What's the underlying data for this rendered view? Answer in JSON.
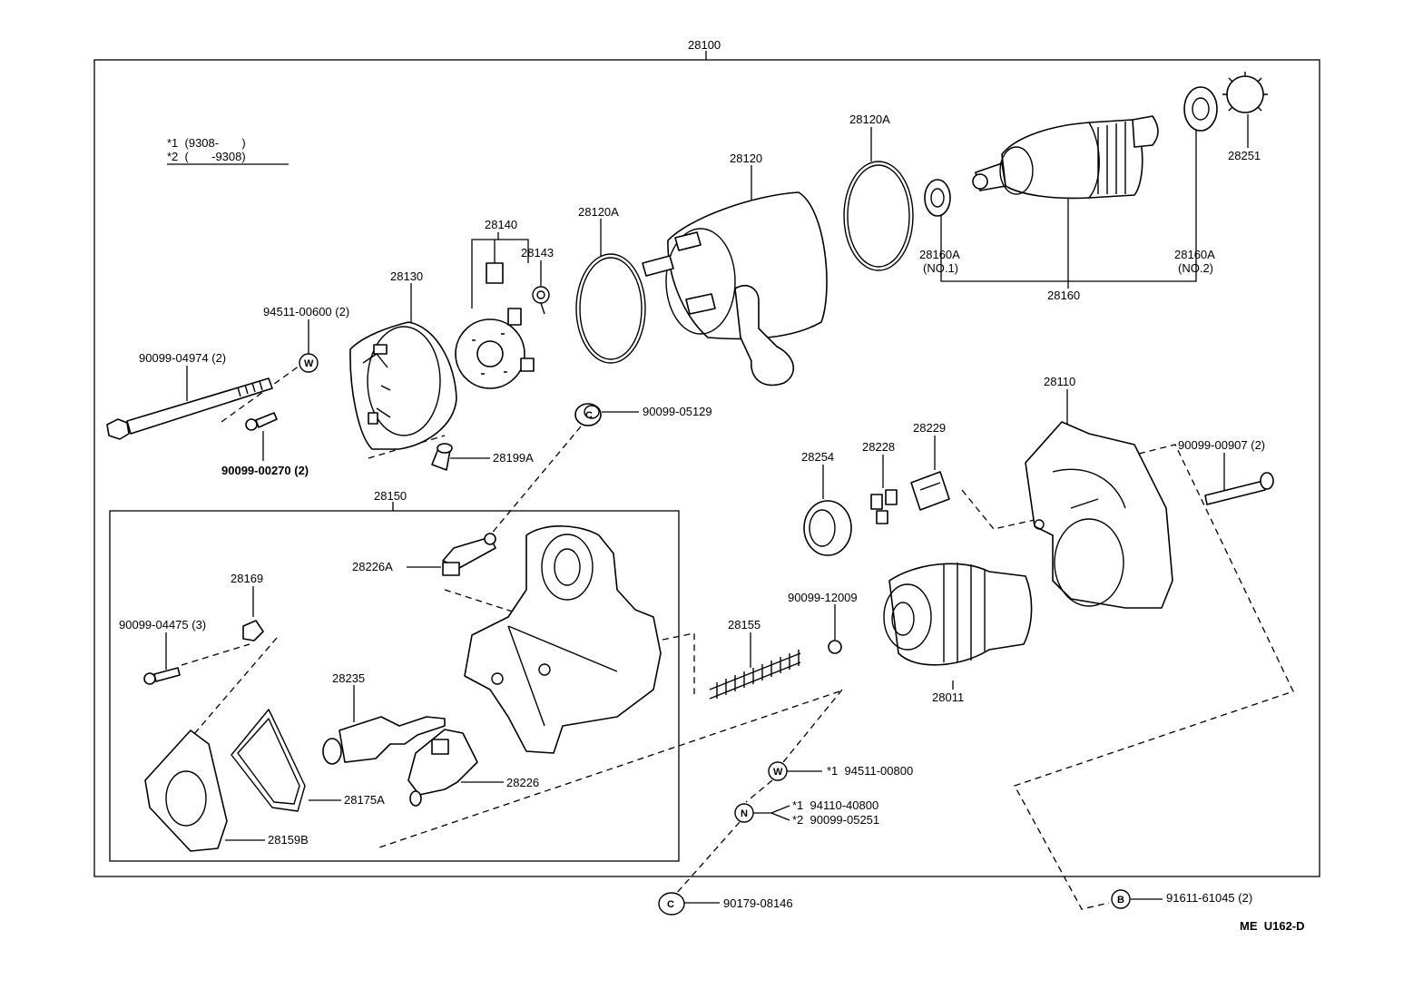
{
  "assembly": {
    "number": "28100"
  },
  "legend": {
    "line1": "*1  (9308-       )",
    "line2": "*2  (       -9308)"
  },
  "labels": {
    "p28120": "28120",
    "p28120A_top": "28120A",
    "p28120A_left": "28120A",
    "p28140": "28140",
    "p28143": "28143",
    "p28130": "28130",
    "p94511_00600": "94511-00600 (2)",
    "p90099_04974": "90099-04974 (2)",
    "p90099_00270": "90099-00270 (2)",
    "p28199A": "28199A",
    "p90099_05129": "90099-05129",
    "p28160A_no1": "28160A",
    "p28160A_no1_sub": "(NO.1)",
    "p28160A_no2": "28160A",
    "p28160A_no2_sub": "(NO.2)",
    "p28160": "28160",
    "p28251": "28251",
    "p28110": "28110",
    "p90099_00907": "90099-00907 (2)",
    "p28229": "28229",
    "p28228": "28228",
    "p28254": "28254",
    "p90099_12009": "90099-12009",
    "p28155": "28155",
    "p28011": "28011",
    "p28150": "28150",
    "p28226A": "28226A",
    "p28169": "28169",
    "p90099_04475": "90099-04475 (3)",
    "p28235": "28235",
    "p28226": "28226",
    "p28175A": "28175A",
    "p28159B": "28159B",
    "p_w_note": "*1  94511-00800",
    "p_n_note1": "*1  94110-40800",
    "p_n_note2": "*2  90099-05251",
    "p90179_08146": "90179-08146",
    "p91611_61045": "91611-61045 (2)"
  },
  "symbols": {
    "washer": "W",
    "clip": "C",
    "nut": "N",
    "bolt": "B"
  },
  "footer": {
    "code": "ME  U162-D"
  }
}
